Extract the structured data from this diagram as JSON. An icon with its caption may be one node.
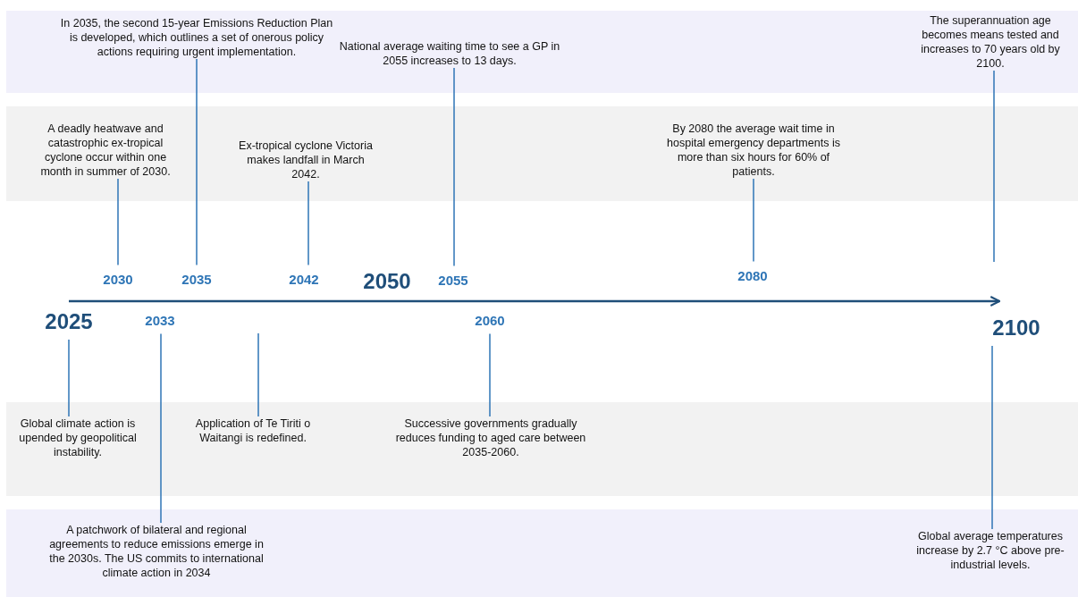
{
  "diagram": {
    "nodes": [
      {
        "text": [],
        "shape": "box"
      },
      {
        "text": [
          "In 2035, the second 15-year Emissions Reduction Plan is developed, which outlines a set of onerous policy actions requiring urgent implementation."
        ],
        "in": 0
      },
      {
        "text": [
          "National average waiting time to see a GP in 2055 increases to 13 days."
        ],
        "in": 0
      },
      {
        "text": [
          "The superannuation age becomes means tested and increases to 70 years old by 2100."
        ],
        "in": 0
      },
      {
        "text": [],
        "shape": "box"
      },
      {
        "text": [
          "A deadly heatwave and catastrophic ex-tropical cyclone occur within one month in summer of 2030."
        ],
        "in": 4
      },
      {
        "text": [
          "Ex-tropical cyclone Victoria makes landfall in March 2042."
        ],
        "in": 4
      },
      {
        "text": [
          "By 2080 the average wait time in hospital emergency departments is more than six hours for 60% of patients."
        ],
        "in": 4
      },
      {
        "text": [
          "2030"
        ]
      },
      {
        "text": [
          "2035"
        ]
      },
      {
        "text": [
          "2042"
        ]
      },
      {
        "text": [
          "2050"
        ]
      },
      {
        "text": [
          "2055"
        ]
      },
      {
        "text": [
          "2080"
        ]
      },
      {
        "text": [
          "2025"
        ]
      },
      {
        "text": [
          "2033"
        ]
      },
      {
        "text": [
          "2060"
        ]
      },
      {
        "text": [
          "2100"
        ]
      },
      {
        "text": [],
        "shape": "box"
      },
      {
        "text": [
          "Global climate action is upended by geopolitical instability."
        ],
        "in": 18
      },
      {
        "text": [
          "Application of Te Tiriti o Waitangi is redefined."
        ],
        "in": 18
      },
      {
        "text": [
          "Successive governments gradually reduces funding to aged care between 2035-2060."
        ],
        "in": 18
      },
      {
        "text": [],
        "shape": "box"
      },
      {
        "text": [
          "A patchwork of bilateral and regional agreements to reduce emissions emerge in the 2030s. The US commits to international climate action in 2034"
        ],
        "in": 22
      },
      {
        "text": [
          "Global average temperatures increase by 2.7 °C above pre-industrial levels."
        ],
        "in": 22
      }
    ],
    "edges": [
      {
        "from": 8,
        "to": 5,
        "arrow": "none"
      },
      {
        "from": 9,
        "to": 1,
        "arrow": "none"
      },
      {
        "from": 10,
        "to": 6,
        "arrow": "none"
      },
      {
        "from": 12,
        "to": 2,
        "arrow": "none"
      },
      {
        "from": 13,
        "to": 7,
        "arrow": "none"
      },
      {
        "from": null,
        "to": 3,
        "arrow": "none"
      },
      {
        "from": 14,
        "to": 19,
        "arrow": "none"
      },
      {
        "from": 15,
        "to": 23,
        "arrow": "none"
      },
      {
        "from": null,
        "to": 20,
        "arrow": "none"
      },
      {
        "from": 16,
        "to": 21,
        "arrow": "none"
      },
      {
        "from": 17,
        "to": 24,
        "arrow": "none"
      },
      {
        "from": 14,
        "to": 17,
        "arrow": "to",
        "color": "#1f4e79"
      }
    ]
  }
}
